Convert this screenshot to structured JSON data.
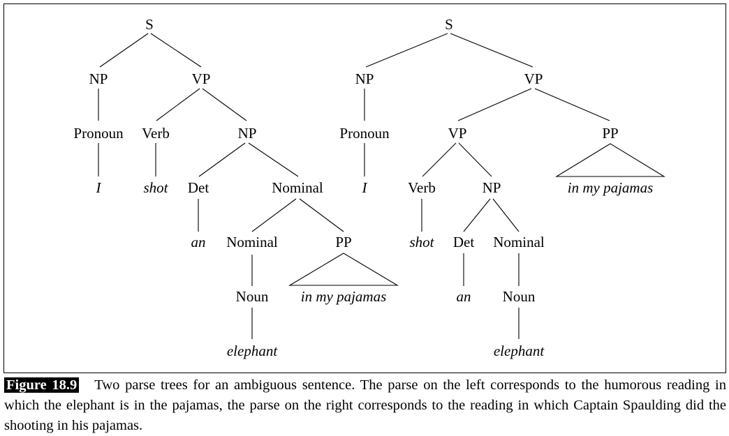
{
  "left_tree": {
    "s": "S",
    "np": "NP",
    "vp": "VP",
    "pronoun": "Pronoun",
    "i": "I",
    "verb": "Verb",
    "shot": "shot",
    "np2": "NP",
    "det": "Det",
    "an": "an",
    "nominal": "Nominal",
    "nominal2": "Nominal",
    "noun": "Noun",
    "elephant": "elephant",
    "pp": "PP",
    "pp_text": "in my pajamas"
  },
  "right_tree": {
    "s": "S",
    "np": "NP",
    "vp": "VP",
    "pronoun": "Pronoun",
    "i": "I",
    "vp2": "VP",
    "verb": "Verb",
    "shot": "shot",
    "np2": "NP",
    "det": "Det",
    "an": "an",
    "nominal": "Nominal",
    "noun": "Noun",
    "elephant": "elephant",
    "pp": "PP",
    "pp_text": "in my pajamas"
  },
  "caption": {
    "label": "Figure 18.9",
    "text": "Two parse trees for an ambiguous sentence. The parse on the left corresponds to the humorous reading in which the elephant is in the pajamas, the parse on the right corresponds to the reading in which Captain Spaulding did the shooting in his pajamas."
  }
}
